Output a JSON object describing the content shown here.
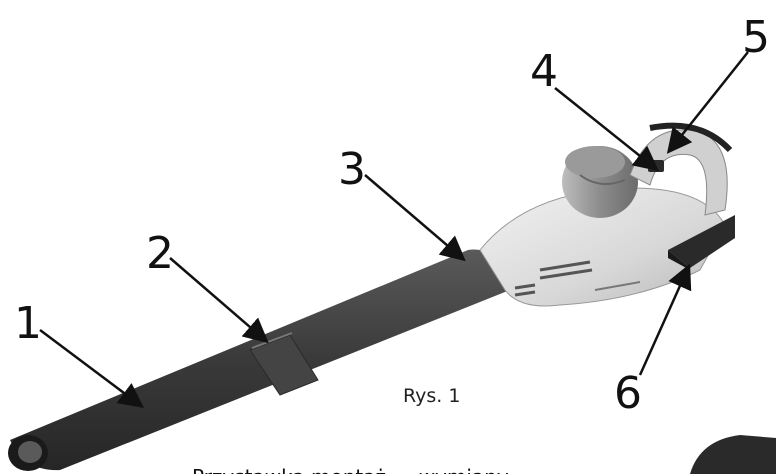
{
  "figure": {
    "caption": "Rys. 1",
    "bottom_text": "Przystawka montaż — wymiany"
  },
  "callouts": [
    {
      "id": "1",
      "label": "1"
    },
    {
      "id": "2",
      "label": "2"
    },
    {
      "id": "3",
      "label": "3"
    },
    {
      "id": "4",
      "label": "4"
    },
    {
      "id": "5",
      "label": "5"
    },
    {
      "id": "6",
      "label": "6"
    }
  ],
  "colors": {
    "tube_dark": "#3a3a3a",
    "body_light": "#dcdcdc",
    "motor_cap": "#9a9a9a",
    "battery": "#2a2a2a",
    "ink": "#111111"
  }
}
